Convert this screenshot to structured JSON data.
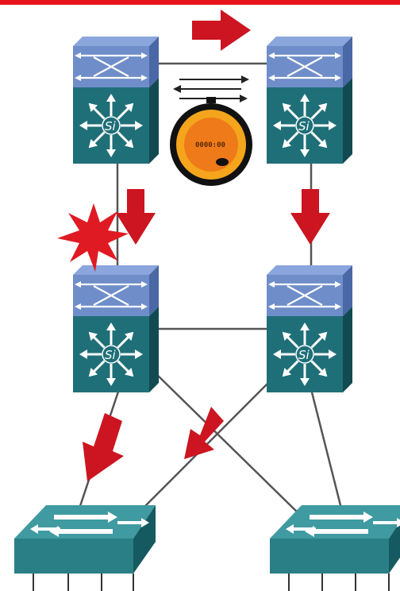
{
  "colors": {
    "top_bar": "#e8141c",
    "arrow": "#cc1520",
    "switch_top": "#6f8ec9",
    "switch_top_dark": "#4a67a6",
    "switch_body": "#1f6f78",
    "switch_body_dark": "#124a52",
    "access_body": "#2a7f86",
    "timer_outer": "#111111",
    "timer_ring": "#f4a51c",
    "timer_face": "#ef7a1a",
    "link": "#555555"
  },
  "icons": {
    "multilayer_switch": "multilayer-switch-icon",
    "access_switch": "access-switch-icon",
    "stopwatch": "stopwatch-icon",
    "failure": "link-failure-starburst-icon",
    "arrow": "traffic-flow-arrow-icon"
  },
  "devices": {
    "core_left": {
      "label": "Si"
    },
    "core_right": {
      "label": "Si"
    },
    "dist_left": {
      "label": "Si"
    },
    "dist_right": {
      "label": "Si"
    }
  },
  "timer": {
    "display": "0000:00"
  }
}
